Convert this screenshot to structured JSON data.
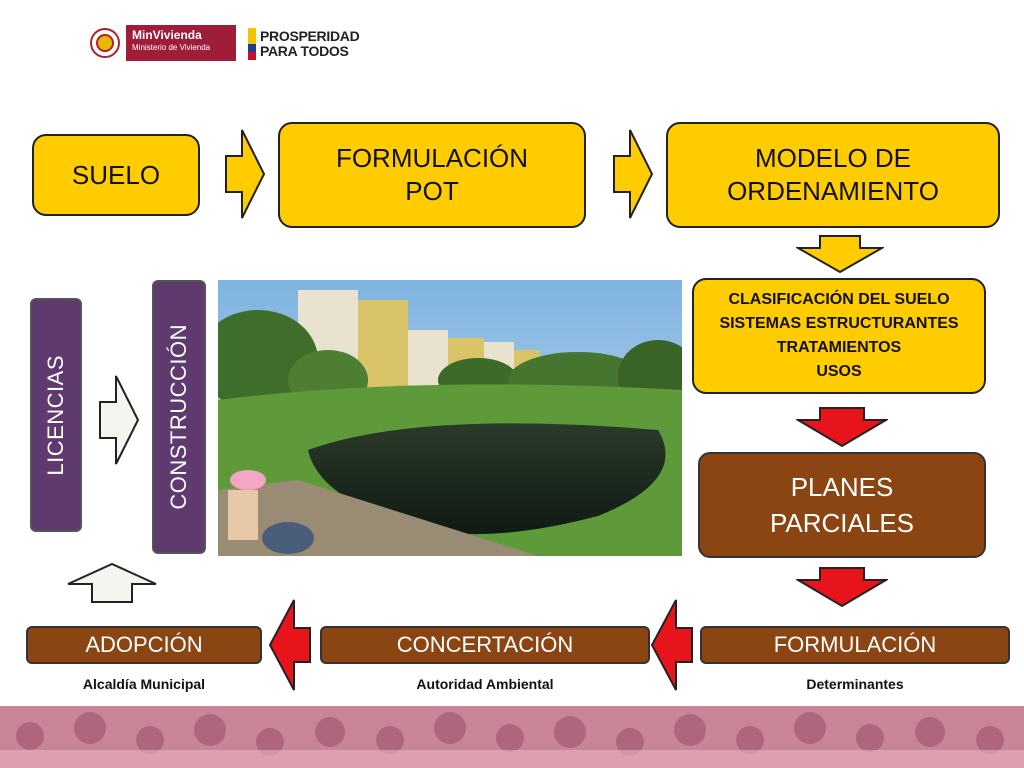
{
  "header": {
    "minvivienda_name": "MinVivienda",
    "minvivienda_sub": "Ministerio de Vivienda",
    "prosperidad_line1": "PROSPERIDAD",
    "prosperidad_line2": "PARA TODOS"
  },
  "flow": {
    "suelo": "SUELO",
    "formulacion_pot": [
      "FORMULACIÓN",
      "POT"
    ],
    "modelo": [
      "MODELO DE",
      "ORDENAMIENTO"
    ],
    "clasificacion": [
      "CLASIFICACIÓN DEL SUELO",
      "SISTEMAS ESTRUCTURANTES",
      "TRATAMIENTOS",
      "USOS"
    ],
    "planes": [
      "PLANES",
      "PARCIALES"
    ],
    "formulacion": "FORMULACIÓN",
    "concertacion": "CONCERTACIÓN",
    "adopcion": "ADOPCIÓN",
    "licencias": "LICENCIAS",
    "construccion": "CONSTRUCCIÓN"
  },
  "captions": {
    "determinantes": "Determinantes",
    "autoridad": "Autoridad Ambiental",
    "alcaldia": "Alcaldía Municipal"
  },
  "colors": {
    "yellow": "#ffcc00",
    "brown": "#8b4513",
    "purple": "#5e3a6e",
    "red_arrow": "#e8141c"
  }
}
